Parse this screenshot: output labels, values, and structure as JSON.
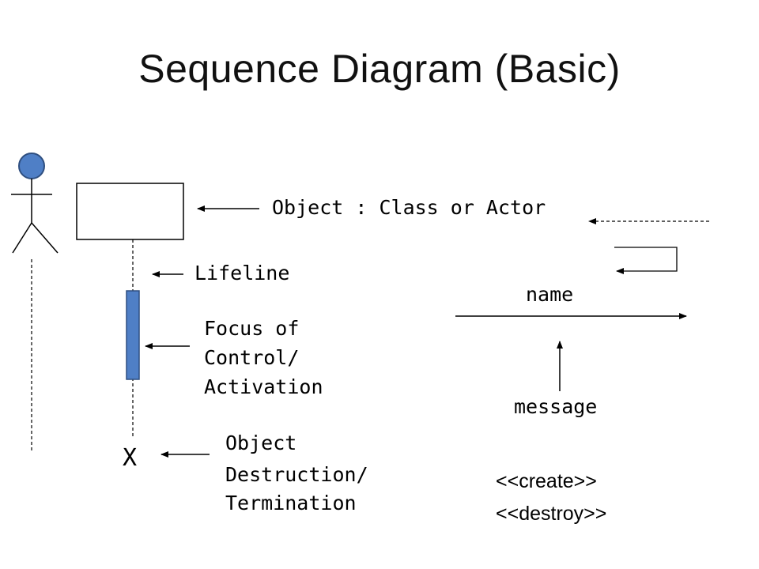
{
  "title": "Sequence Diagram (Basic)",
  "labels": {
    "object": "Object : Class or Actor",
    "lifeline": "Lifeline",
    "focus": [
      "Focus of",
      "Control/",
      "Activation"
    ],
    "destruction": [
      "Object",
      "Destruction/",
      "Termination"
    ],
    "destruction_mark": "X",
    "message_name": "name",
    "message": "message",
    "create": "<<create>>",
    "destroy": "<<destroy>>"
  },
  "colors": {
    "actor_head": "#4f7fc6",
    "activation_bar": "#4f7fc6",
    "stroke": "#000000"
  }
}
